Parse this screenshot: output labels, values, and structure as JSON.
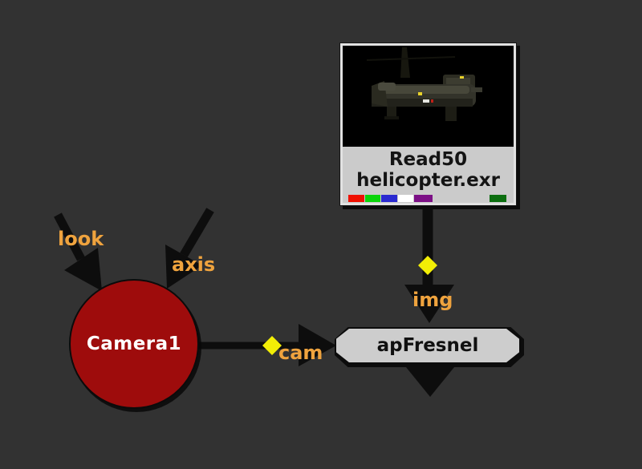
{
  "app": {
    "view": "node-graph",
    "background_color": "#323232"
  },
  "nodes": {
    "read": {
      "name": "Read50",
      "filename": "helicopter.exr",
      "body_color": "#cbcbcb",
      "thumbnail": "helicopter on black background",
      "channel_bars": [
        {
          "name": "red",
          "color": "#f01000"
        },
        {
          "name": "green",
          "color": "#0ad50a"
        },
        {
          "name": "blue",
          "color": "#2a2ad0"
        },
        {
          "name": "white",
          "color": "#ffffff"
        },
        {
          "name": "purple",
          "color": "#7c1086"
        }
      ],
      "mask_bar": {
        "name": "dark-green",
        "color": "#0c6e10"
      }
    },
    "camera": {
      "name": "Camera1",
      "color": "#9e0c0c",
      "inputs": [
        "look",
        "axis"
      ],
      "output": "cam"
    },
    "shader": {
      "name": "apFresnel",
      "color": "#cdcdcd",
      "inputs": [
        "cam",
        "img"
      ]
    }
  },
  "labels": {
    "look": "look",
    "axis": "axis",
    "cam": "cam",
    "img": "img"
  },
  "accents": {
    "port_label_color": "#efa33e",
    "connection_handle_color": "#f2ee06",
    "connector_color": "#0d0d0d"
  }
}
